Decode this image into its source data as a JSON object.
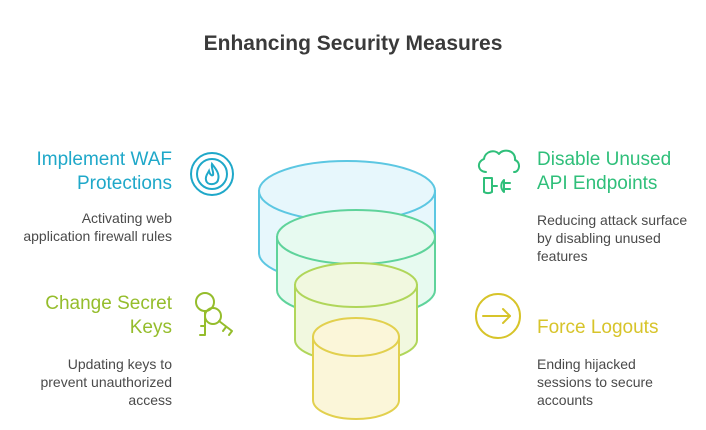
{
  "title": "Enhancing Security Measures",
  "items": [
    {
      "heading_line1": "Implement WAF",
      "heading_line2": "Protections",
      "desc_line1": "Activating web",
      "desc_line2": "application firewall rules",
      "color": "#1fa8c9",
      "icon": "fire-shield-icon"
    },
    {
      "heading_line1": "Disable Unused",
      "heading_line2": "API Endpoints",
      "desc_line1": "Reducing attack surface",
      "desc_line2": "by disabling unused",
      "desc_line3": "features",
      "color": "#2fbf7a",
      "icon": "cloud-plug-icon"
    },
    {
      "heading_line1": "Change Secret",
      "heading_line2": "Keys",
      "desc_line1": "Updating keys to",
      "desc_line2": "prevent unauthorized",
      "desc_line3": "access",
      "color": "#95bd2c",
      "icon": "keys-icon"
    },
    {
      "heading_line1": "Force Logouts",
      "desc_line1": "Ending hijacked",
      "desc_line2": "sessions to secure",
      "desc_line3": "accounts",
      "color": "#d7c42a",
      "icon": "logout-arrow-icon"
    }
  ]
}
